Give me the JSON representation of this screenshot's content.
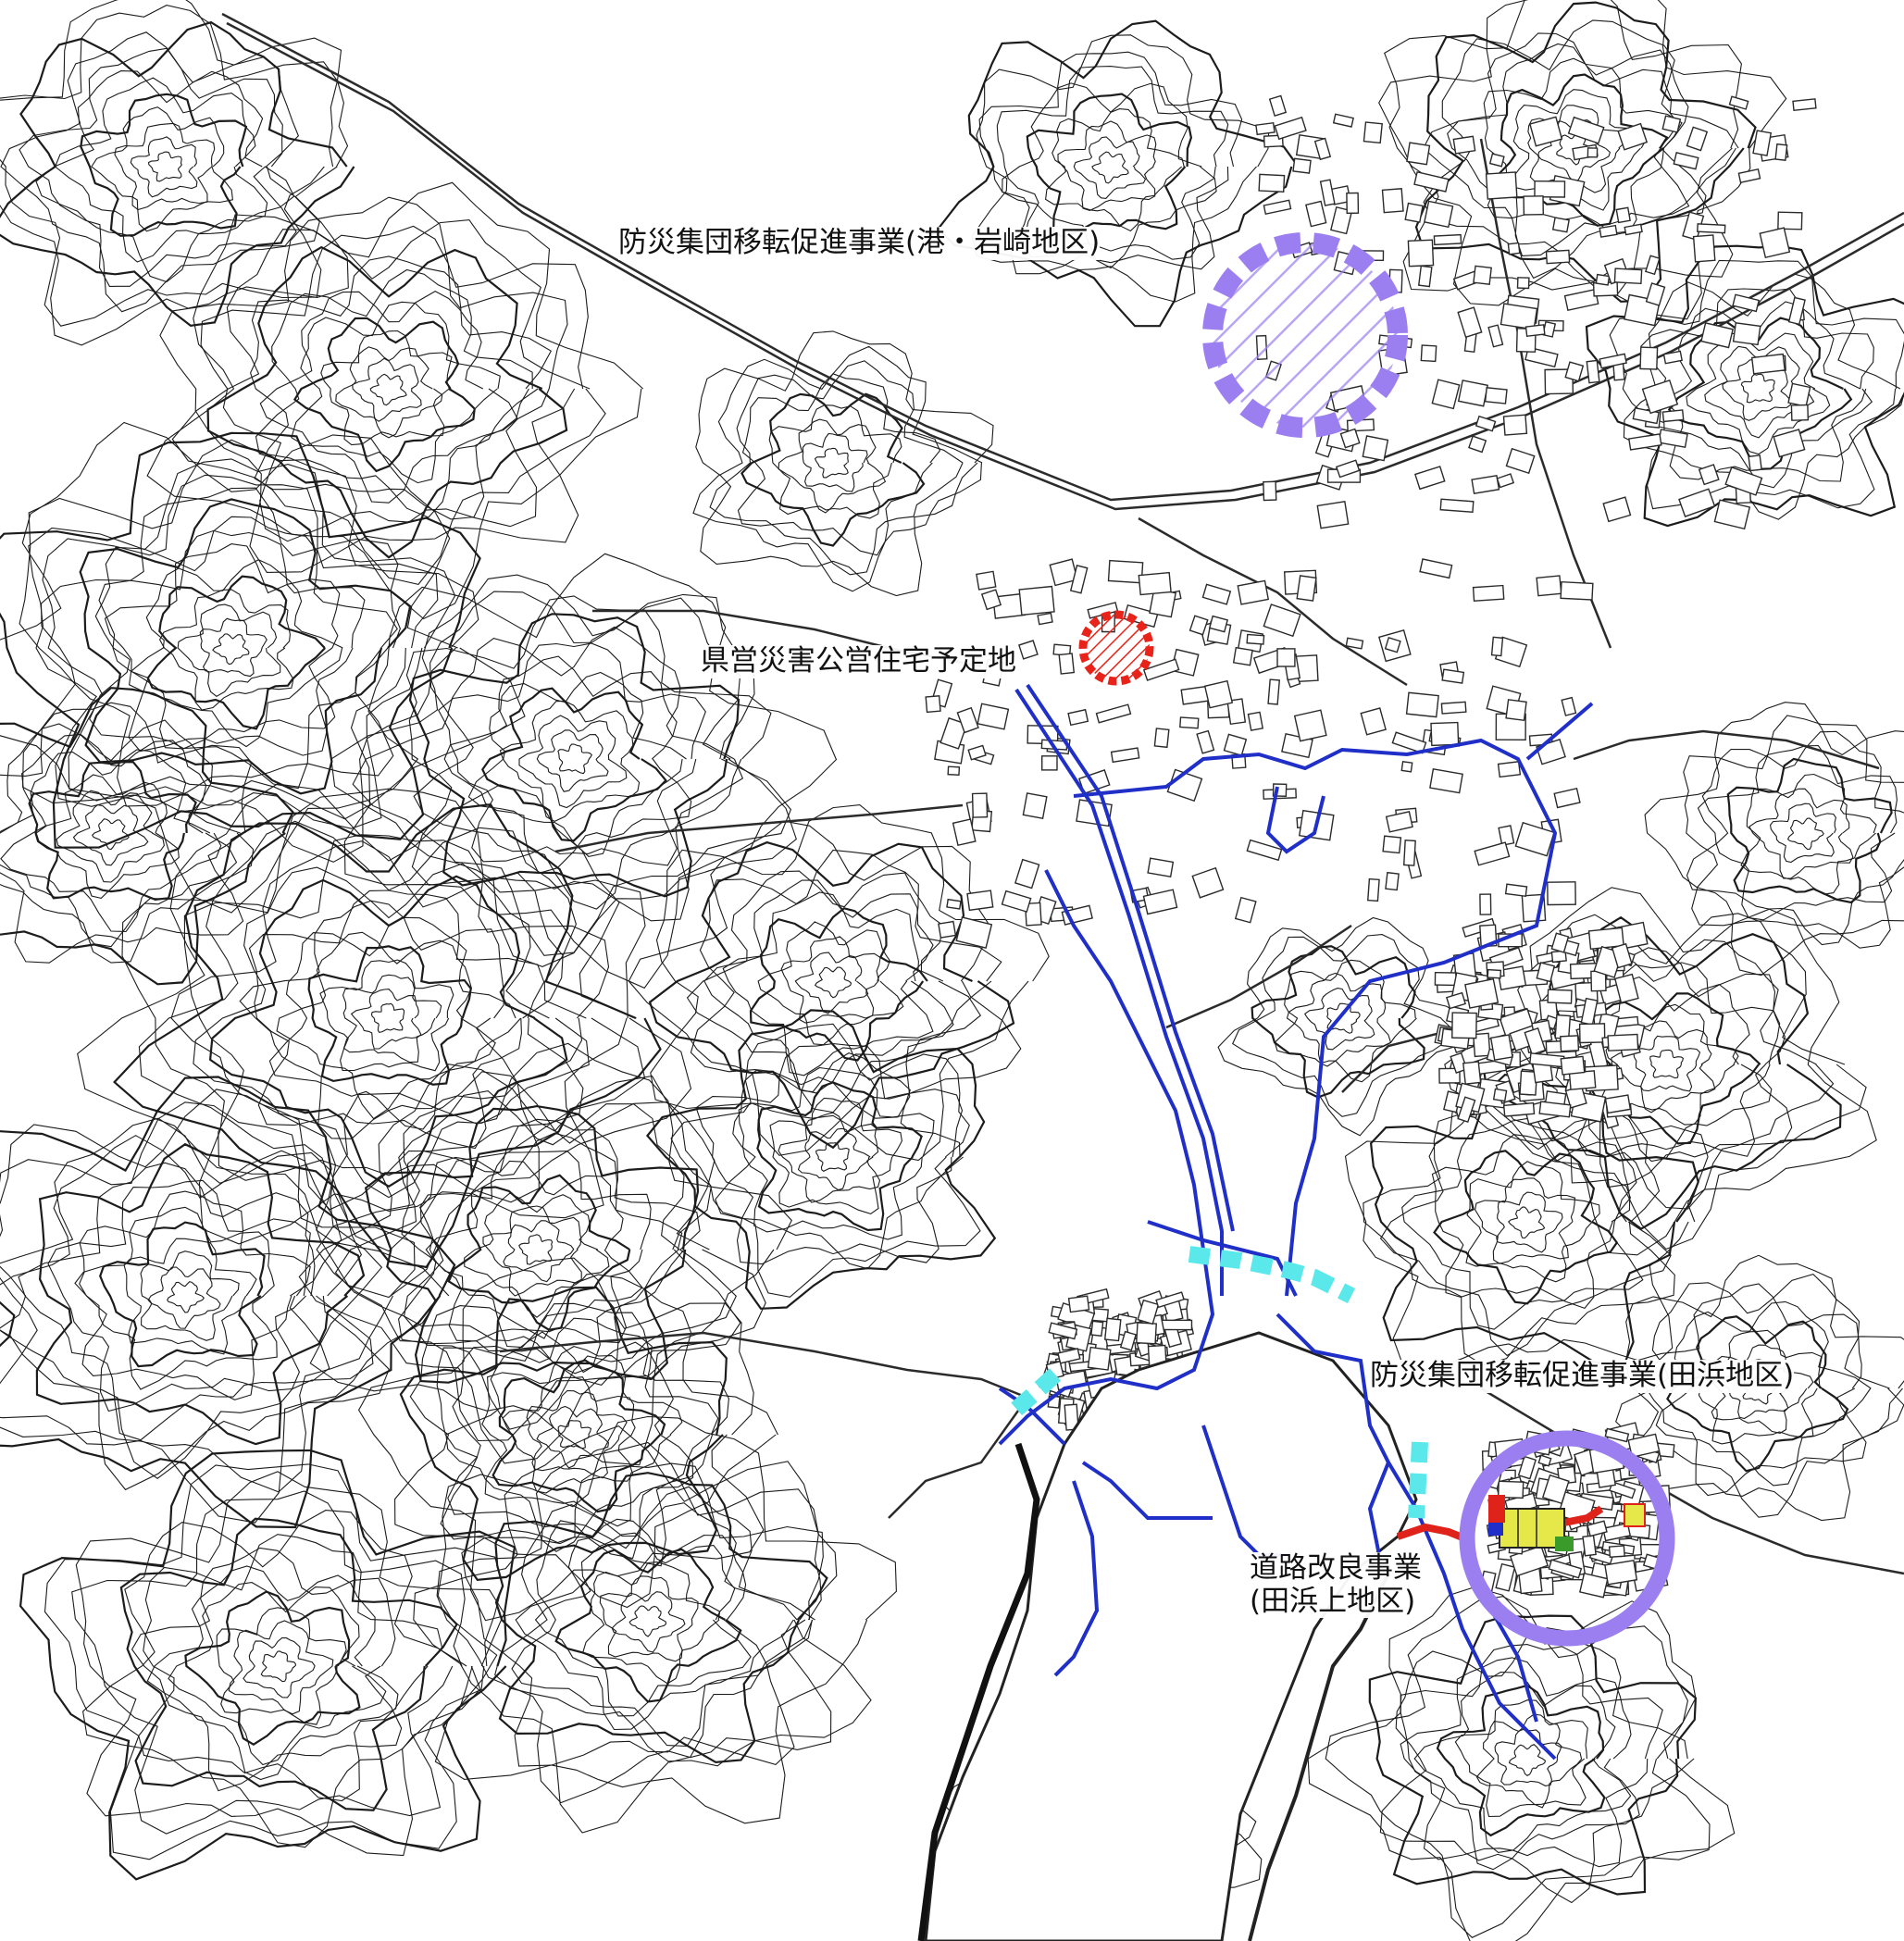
{
  "map": {
    "colors": {
      "paper": "#ffffff",
      "contour": "#1c1c1c",
      "road_network": "#2b2b2b",
      "boundary": "#1f2fc8",
      "relocation_marker": "#9b7ef0",
      "public_housing_marker": "#e8231a",
      "road_improvement_marker": "#5ae8ea",
      "new_road": "#e0231a",
      "development_fill": "#e6e84a"
    },
    "labels": {
      "relocation_minato_iwasaki": "防災集団移転促進事業(港・岩崎地区)",
      "public_housing_site": "県営災害公営住宅予定地",
      "relocation_tahama": "防災集団移転促進事業(田浜地区)",
      "road_improvement_line1": "道路改良事業",
      "road_improvement_line2": "(田浜上地区)"
    },
    "markers": [
      {
        "id": "relocation-minato-iwasaki",
        "type": "dashed-ring",
        "meaning": "relocation project area"
      },
      {
        "id": "public-housing-site",
        "type": "dashed-ring-hatched",
        "meaning": "planned public housing"
      },
      {
        "id": "relocation-tahama",
        "type": "solid-ring",
        "meaning": "relocation project area"
      },
      {
        "id": "road-improvement",
        "type": "dashed-line",
        "meaning": "road improvement route"
      }
    ]
  }
}
